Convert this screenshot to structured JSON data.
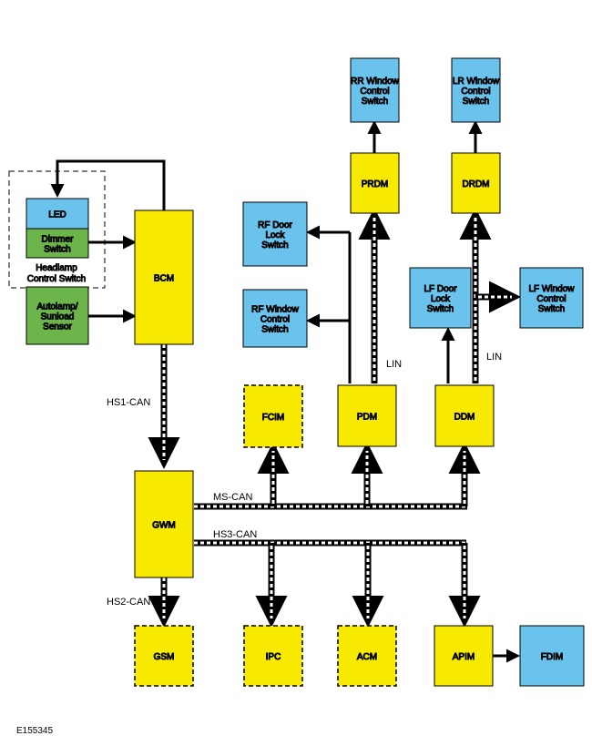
{
  "colors": {
    "module": "#f7ea00",
    "switch": "#6ac3ec",
    "sensor": "#6bb54b",
    "line": "#000000"
  },
  "nodes": {
    "rr_window_switch": [
      "RR Window",
      "Control",
      "Switch"
    ],
    "lr_window_switch": [
      "LR Window",
      "Control",
      "Switch"
    ],
    "prdm": [
      "PRDM"
    ],
    "drdm": [
      "DRDM"
    ],
    "led": [
      "LED"
    ],
    "dimmer_switch": [
      "Dimmer",
      "Switch"
    ],
    "headlamp_group": [
      "Headlamp",
      "Control Switch"
    ],
    "bcm": [
      "BCM"
    ],
    "autolamp_sensor": [
      "Autolamp/",
      "Sunload",
      "Sensor"
    ],
    "rf_door_lock_switch": [
      "RF Door",
      "Lock",
      "Switch"
    ],
    "rf_window_switch": [
      "RF Window",
      "Control",
      "Switch"
    ],
    "lf_door_lock_switch": [
      "LF Door",
      "Lock",
      "Switch"
    ],
    "lf_window_switch": [
      "LF Window",
      "Control",
      "Switch"
    ],
    "fcim": [
      "FCIM"
    ],
    "pdm": [
      "PDM"
    ],
    "ddm": [
      "DDM"
    ],
    "gwm": [
      "GWM"
    ],
    "gsm": [
      "GSM"
    ],
    "ipc": [
      "IPC"
    ],
    "acm": [
      "ACM"
    ],
    "apim": [
      "APIM"
    ],
    "fdim": [
      "FDIM"
    ]
  },
  "buses": {
    "hs1": "HS1-CAN",
    "ms": "MS-CAN",
    "hs3": "HS3-CAN",
    "hs2": "HS2-CAN",
    "lin_pdm": "LIN",
    "lin_ddm": "LIN"
  },
  "figure_id": "E155345"
}
